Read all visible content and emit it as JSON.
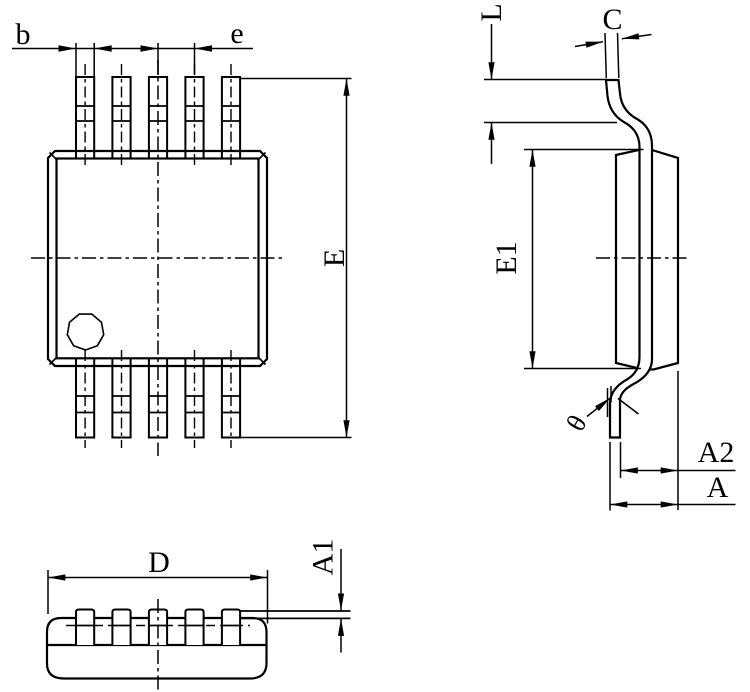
{
  "drawing": {
    "pins_per_side": 5,
    "views": [
      "top",
      "side",
      "bottom"
    ],
    "colors": {
      "line": "#000000",
      "background": "#ffffff"
    },
    "labels": {
      "b": "b",
      "e": "e",
      "E": "E",
      "L": "L",
      "C": "C",
      "E1": "E1",
      "theta": "θ",
      "A2": "A2",
      "A": "A",
      "D": "D",
      "A1": "A1"
    }
  }
}
